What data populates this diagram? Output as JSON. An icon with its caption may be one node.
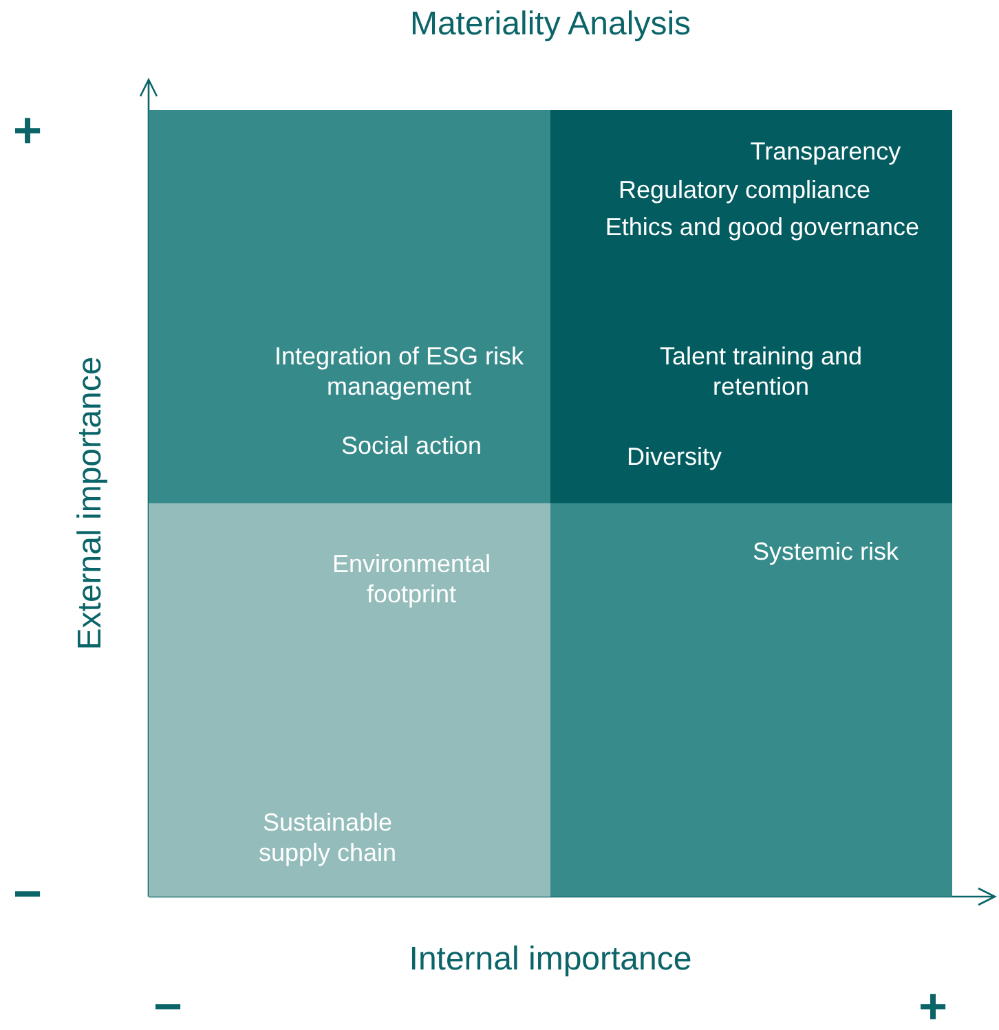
{
  "diagram": {
    "title": "Materiality Analysis",
    "nodes": [
      {
        "text": [
          "Integration of ESG risk management",
          "Social action"
        ]
      },
      {
        "text": [
          "Transparency",
          "Regulatory compliance",
          "Ethics and good governance",
          "Talent training and retention",
          "Diversity"
        ]
      },
      {
        "text": [
          "Environmental footprint",
          "Sustainable supply chain"
        ]
      },
      {
        "text": [
          "Systemic risk"
        ]
      }
    ],
    "edges": [],
    "labels": [
      "+",
      "External importance",
      "−",
      "Internal importance",
      "−",
      "+"
    ]
  }
}
